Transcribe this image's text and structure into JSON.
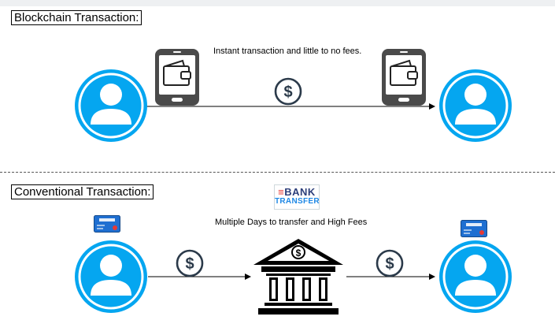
{
  "blockchain": {
    "title": "Blockchain Transaction:",
    "caption": "Instant transaction and little to no fees."
  },
  "conventional": {
    "title": "Conventional Transaction:",
    "caption": "Multiple Days to transfer and High Fees",
    "bank_logo": {
      "word1": "BANK",
      "word2": "TRANSFER"
    }
  },
  "icons": {
    "person": "user-avatar-icon",
    "wallet": "wallet-phone-icon",
    "money": "dollar-coin-icon",
    "card": "credit-card-icon",
    "bank": "bank-building-icon"
  },
  "colors": {
    "person_fill": "#05a6f0",
    "person_ring": "#ffffff",
    "phone": "#4a4a4a",
    "card_blue": "#1f6fd1",
    "card_accent": "#e53935",
    "bank": "#000000",
    "line": "#000000"
  }
}
